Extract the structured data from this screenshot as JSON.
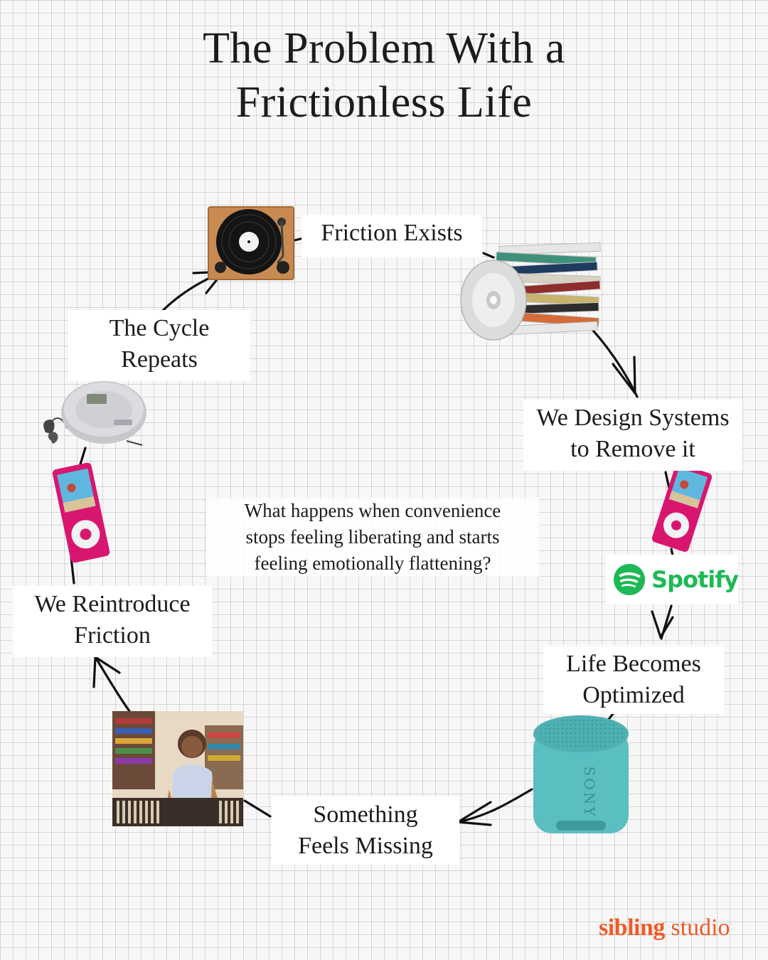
{
  "title": {
    "line1": "The Problem With a",
    "line2": "Frictionless Life"
  },
  "steps": [
    {
      "line1": "Friction Exists",
      "line2": ""
    },
    {
      "line1": "We Design Systems",
      "line2": "to Remove it"
    },
    {
      "line1": "Life Becomes",
      "line2": "Optimized"
    },
    {
      "line1": "Something",
      "line2": "Feels Missing"
    },
    {
      "line1": "We Reintroduce",
      "line2": "Friction"
    },
    {
      "line1": "The Cycle",
      "line2": "Repeats"
    }
  ],
  "question": {
    "line1": "What happens when convenience",
    "line2": "stops feeling liberating and starts",
    "line3": "feeling emotionally flattening?"
  },
  "logos": {
    "spotify": "Spotify",
    "sony": "SONY"
  },
  "brand": {
    "bold": "sibling",
    "regular": " studio"
  },
  "colors": {
    "accent": "#f05a28",
    "spotify": "#1db954",
    "speaker": "#5bbfc2",
    "ipod": "#d9166f"
  },
  "icons": [
    "turntable-icon",
    "cd-stack-icon",
    "ipod-icon",
    "spotify-icon",
    "speaker-icon",
    "record-store-photo",
    "discman-icon"
  ]
}
